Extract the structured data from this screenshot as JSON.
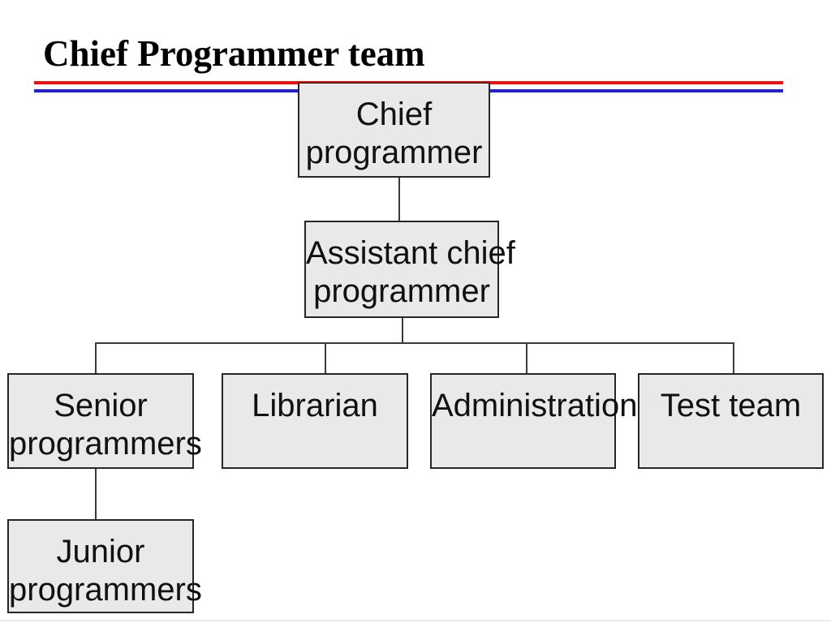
{
  "slide_title": "Chief Programmer team",
  "colors": {
    "accent-red": "#e81212",
    "accent-blue": "#2222cc",
    "box-fill": "#e9e9e9",
    "box-border": "#262626",
    "connector": "#3a3a3a",
    "text": "#111111",
    "title-text": "#000000",
    "footer-line": "#ebebeb"
  },
  "org_chart": {
    "type": "org-tree",
    "nodes": [
      {
        "id": "chief-programmer",
        "label": "Chief programmer",
        "lines": [
          "Chief",
          "programmer"
        ]
      },
      {
        "id": "assistant-chief-programmer",
        "label": "Assistant chief programmer",
        "lines": [
          "Assistant chief",
          "programmer"
        ]
      },
      {
        "id": "senior-programmers",
        "label": "Senior programmers",
        "lines": [
          "Senior",
          "programmers"
        ]
      },
      {
        "id": "librarian",
        "label": "Librarian",
        "lines": [
          "Librarian"
        ]
      },
      {
        "id": "administration",
        "label": "Administration",
        "lines": [
          "Administration"
        ]
      },
      {
        "id": "test-team",
        "label": "Test team",
        "lines": [
          "Test team"
        ]
      },
      {
        "id": "junior-programmers",
        "label": "Junior programmers",
        "lines": [
          "Junior",
          "programmers"
        ]
      }
    ],
    "edges": [
      {
        "from": "chief-programmer",
        "to": "assistant-chief-programmer"
      },
      {
        "from": "assistant-chief-programmer",
        "to": "senior-programmers"
      },
      {
        "from": "assistant-chief-programmer",
        "to": "librarian"
      },
      {
        "from": "assistant-chief-programmer",
        "to": "administration"
      },
      {
        "from": "assistant-chief-programmer",
        "to": "test-team"
      },
      {
        "from": "senior-programmers",
        "to": "junior-programmers"
      }
    ]
  }
}
